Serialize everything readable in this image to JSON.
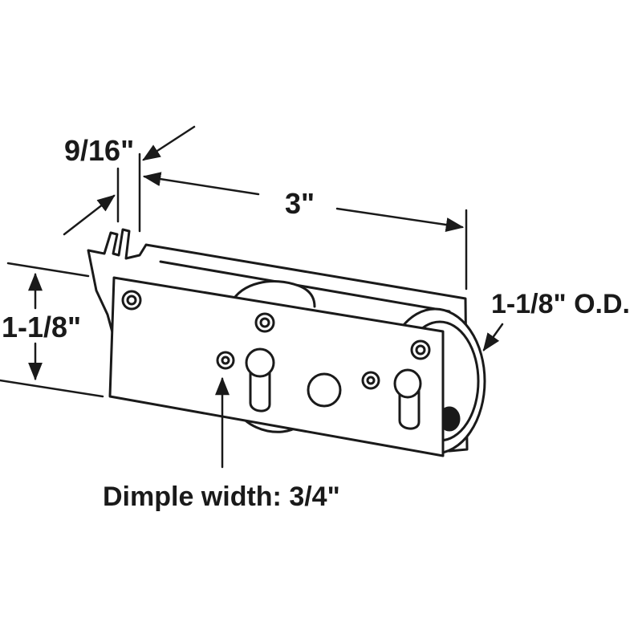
{
  "dimensions": {
    "depth": "9/16\"",
    "length": "3\"",
    "height": "1-1/8\"",
    "wheel_od": "1-1/8\" O.D.",
    "dimple": "Dimple width: 3/4\""
  },
  "colors": {
    "line": "#1a1a1a",
    "fill": "#ffffff"
  }
}
